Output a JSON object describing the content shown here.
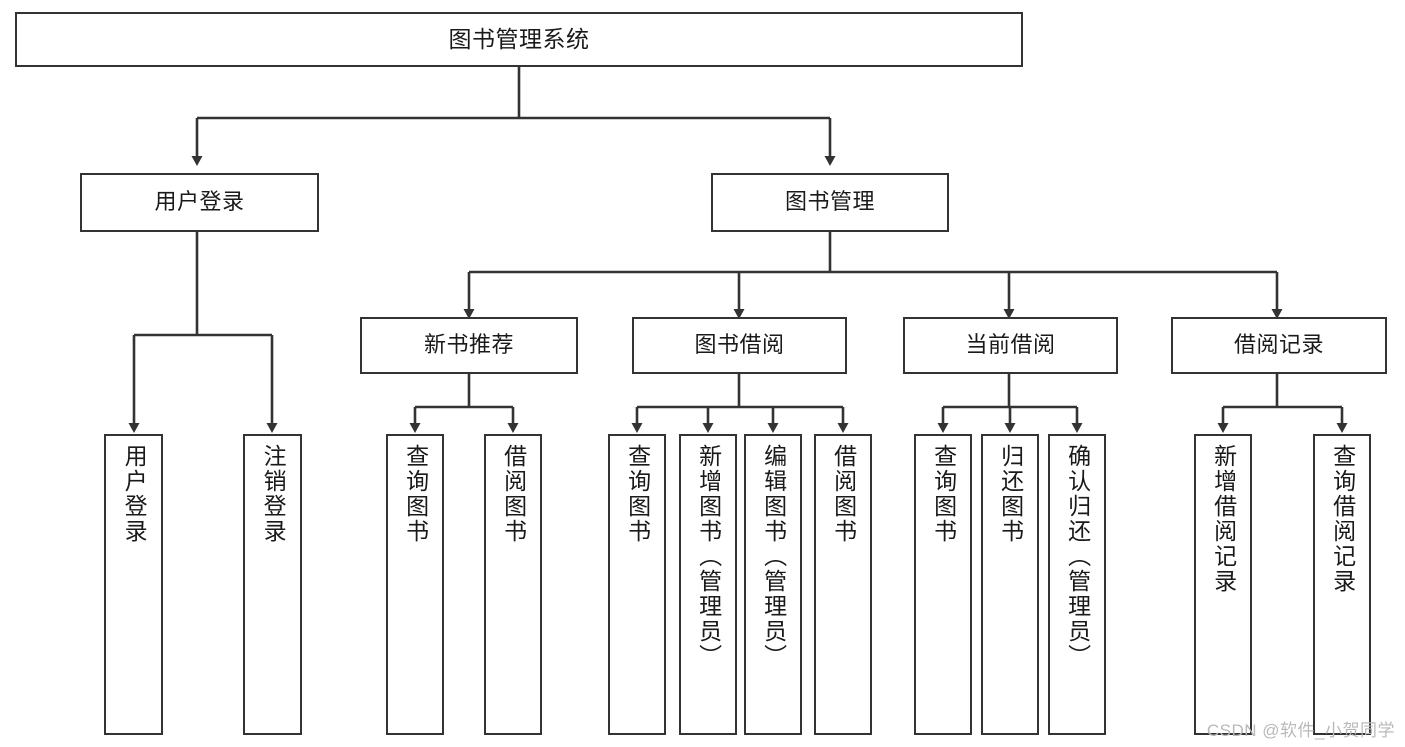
{
  "diagram": {
    "title": "图书管理系统",
    "watermark": "CSDN @软件_小贺同学",
    "line_color": "#333333",
    "box_fill": "#ffffff",
    "text_color": "#1a1a1a",
    "watermark_color": "#b9b9b9"
  },
  "nodes": {
    "root": {
      "label": "图书管理系统"
    },
    "level2": [
      {
        "label": "用户登录"
      },
      {
        "label": "图书管理"
      }
    ],
    "level3": [
      {
        "label": "新书推荐"
      },
      {
        "label": "图书借阅"
      },
      {
        "label": "当前借阅"
      },
      {
        "label": "借阅记录"
      }
    ],
    "leaves": {
      "user_login": [
        {
          "label": "用户登录"
        },
        {
          "label": "注销登录"
        }
      ],
      "new_book_recommend": [
        {
          "label": "查询图书"
        },
        {
          "label": "借阅图书"
        }
      ],
      "book_borrow": [
        {
          "label": "查询图书"
        },
        {
          "label": "新增图书（管理员）"
        },
        {
          "label": "编辑图书（管理员）"
        },
        {
          "label": "借阅图书"
        }
      ],
      "current_borrow": [
        {
          "label": "查询图书"
        },
        {
          "label": "归还图书"
        },
        {
          "label": "确认归还（管理员）"
        }
      ],
      "borrow_record": [
        {
          "label": "新增借阅记录"
        },
        {
          "label": "查询借阅记录"
        }
      ]
    }
  },
  "tree_structure": {
    "type": "hierarchy",
    "root": "图书管理系统",
    "children": [
      {
        "name": "用户登录",
        "children": [
          "用户登录",
          "注销登录"
        ]
      },
      {
        "name": "图书管理",
        "children": [
          {
            "name": "新书推荐",
            "children": [
              "查询图书",
              "借阅图书"
            ]
          },
          {
            "name": "图书借阅",
            "children": [
              "查询图书",
              "新增图书（管理员）",
              "编辑图书（管理员）",
              "借阅图书"
            ]
          },
          {
            "name": "当前借阅",
            "children": [
              "查询图书",
              "归还图书",
              "确认归还（管理员）"
            ]
          },
          {
            "name": "借阅记录",
            "children": [
              "新增借阅记录",
              "查询借阅记录"
            ]
          }
        ]
      }
    ]
  }
}
